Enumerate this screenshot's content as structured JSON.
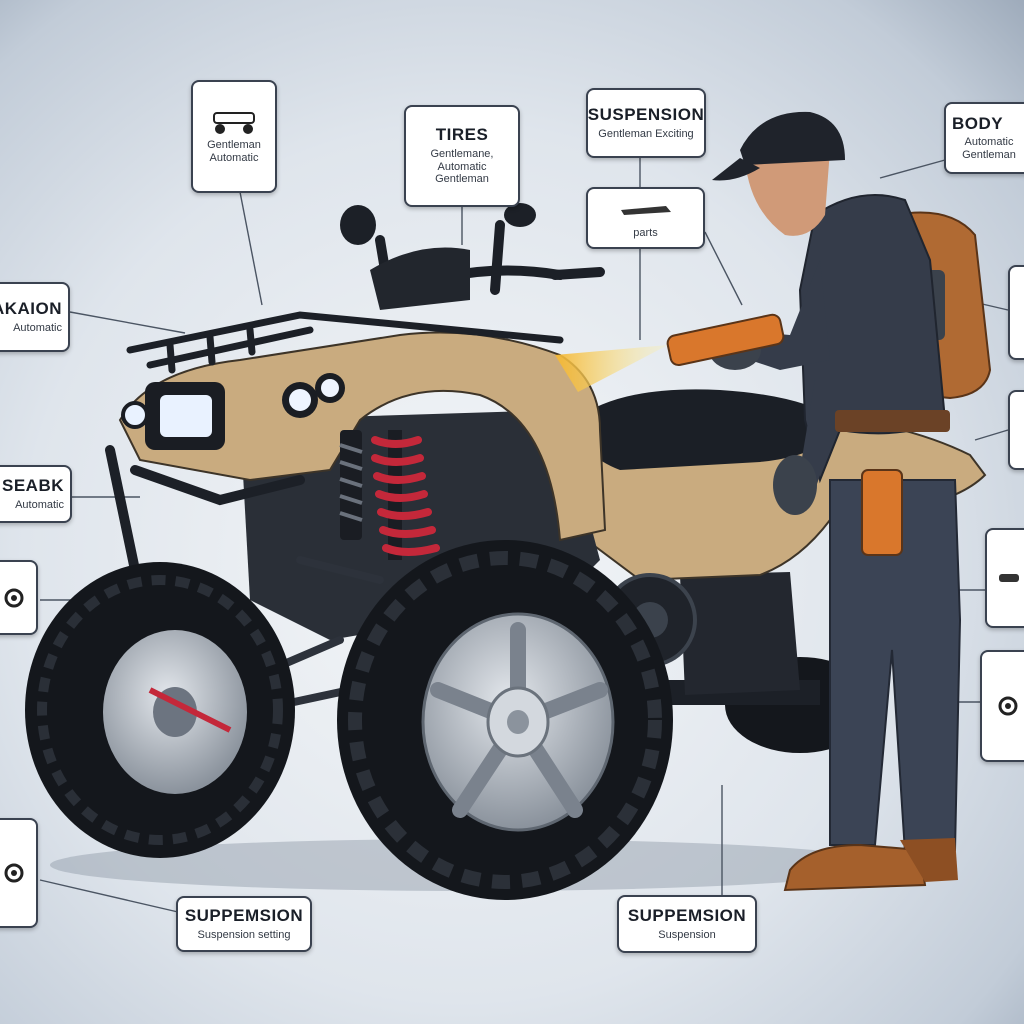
{
  "colors": {
    "body_tan": "#c9ab7f",
    "frame": "#1c2027",
    "spring": "#c4283a",
    "tire": "#14171c",
    "rim": "#a9b0b9",
    "shirt": "#353c4a",
    "pants": "#3b4455",
    "backpack": "#b06a33",
    "boots": "#a5602c",
    "spray_beam": "#f7d23a"
  },
  "callouts": [
    {
      "id": "top-left",
      "title": "",
      "subtitle": "Gentleman Automatic",
      "icon": "atv-icon"
    },
    {
      "id": "tires",
      "title": "TIRES",
      "subtitle": "Gentlemane, Automatic Gentleman",
      "icon": ""
    },
    {
      "id": "suspension-top",
      "title": "SUSPENSION",
      "subtitle": "Gentleman Exciting",
      "icon": ""
    },
    {
      "id": "wrench-box",
      "title": "",
      "subtitle": "parts",
      "icon": "wrench-icon"
    },
    {
      "id": "body",
      "title": "BODY",
      "subtitle": "Automatic Gentleman",
      "icon": ""
    },
    {
      "id": "left-1",
      "title": "AKAION",
      "subtitle": "Automatic",
      "icon": ""
    },
    {
      "id": "left-2",
      "title": "SEABK",
      "subtitle": "Automatic",
      "icon": ""
    },
    {
      "id": "left-3",
      "title": "",
      "subtitle": "",
      "icon": "gear-icon"
    },
    {
      "id": "left-4",
      "title": "",
      "subtitle": "",
      "icon": "gear-icon"
    },
    {
      "id": "suspension-bottom-left",
      "title": "SUPPEMSION",
      "subtitle": "Suspension setting",
      "icon": ""
    },
    {
      "id": "suspension-bottom-mid",
      "title": "SUPPEMSION",
      "subtitle": "Suspension",
      "icon": ""
    },
    {
      "id": "right-1",
      "title": "",
      "subtitle": "",
      "icon": ""
    },
    {
      "id": "right-2",
      "title": "",
      "subtitle": "",
      "icon": ""
    },
    {
      "id": "right-3",
      "title": "",
      "subtitle": "",
      "icon": "bolt-icon"
    },
    {
      "id": "right-4",
      "title": "",
      "subtitle": "",
      "icon": "gear-icon"
    }
  ]
}
